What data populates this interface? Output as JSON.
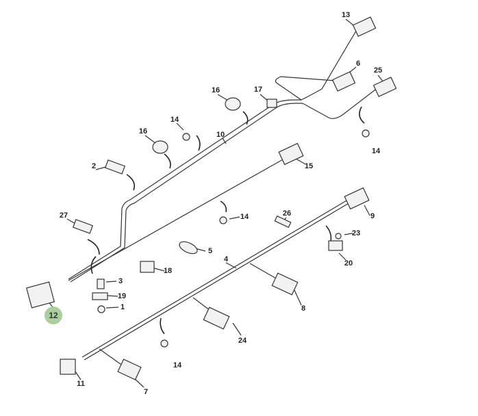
{
  "diagram": {
    "highlight_color": "#a9cf9f",
    "highlighted_part": "12",
    "labels": [
      "13",
      "6",
      "25",
      "16",
      "17",
      "14",
      "16",
      "10",
      "14",
      "2",
      "15",
      "27",
      "14",
      "26",
      "9",
      "5",
      "4",
      "23",
      "18",
      "3",
      "19",
      "1",
      "20",
      "8",
      "24",
      "14",
      "11",
      "7"
    ]
  }
}
